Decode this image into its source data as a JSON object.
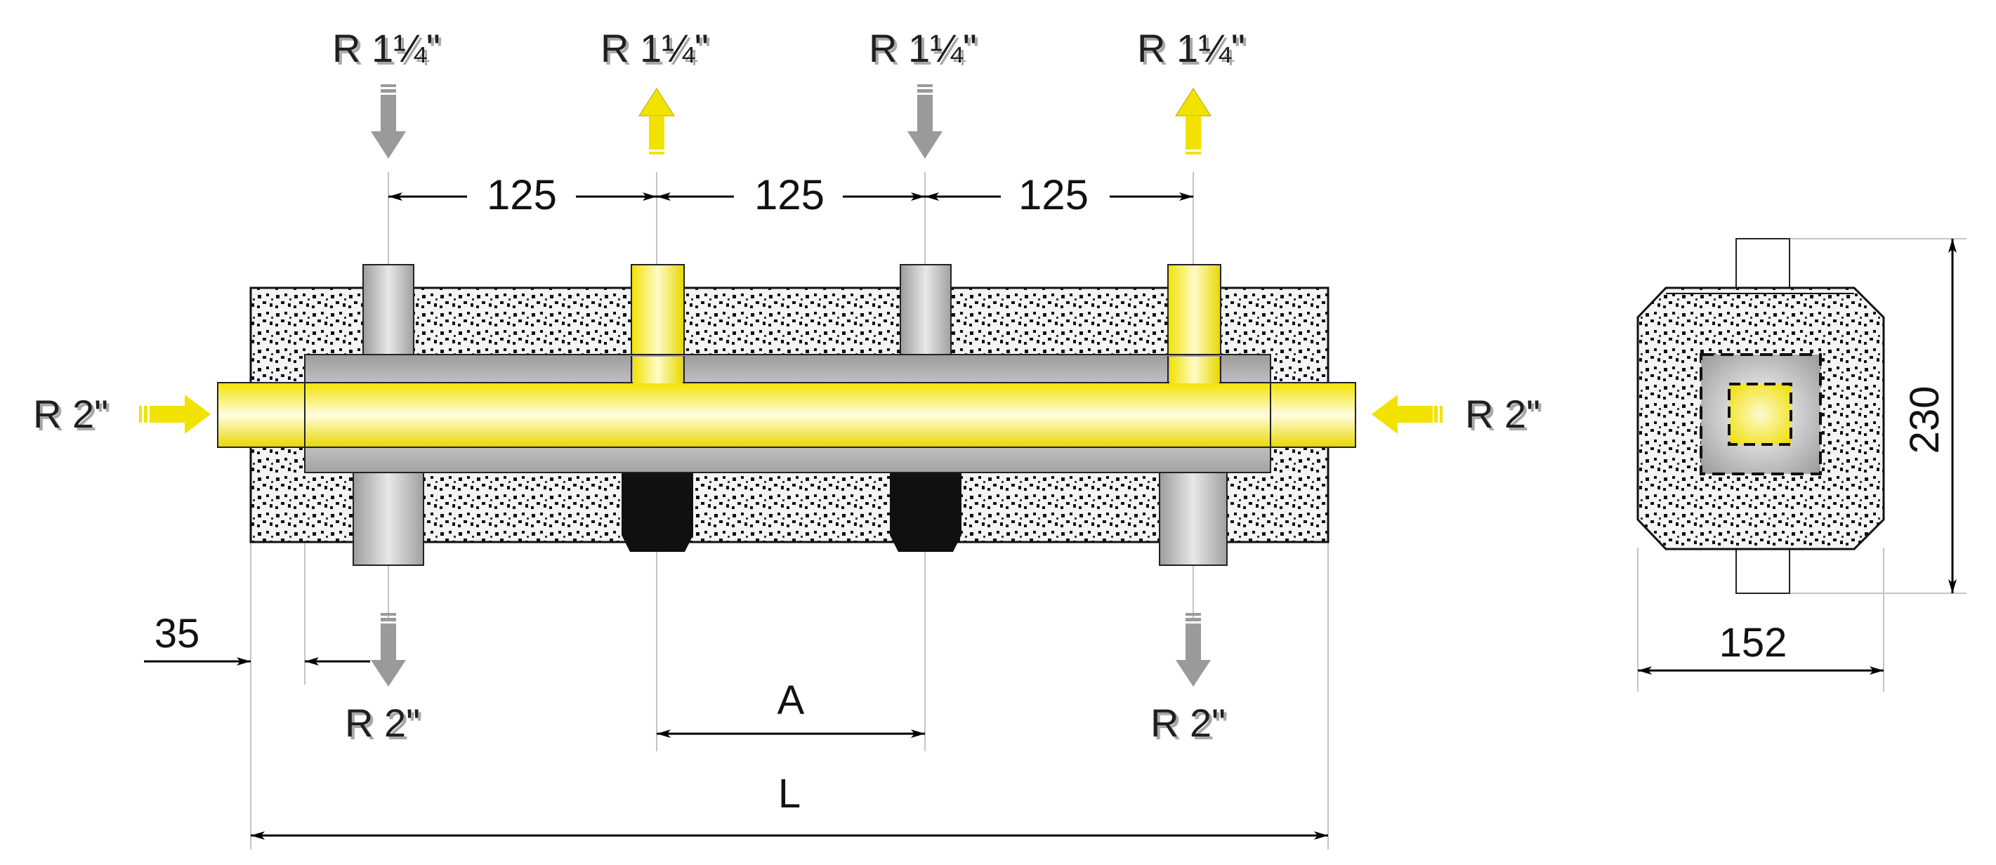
{
  "labels": {
    "top_port_1": "R 1¼\"",
    "top_port_2": "R 1¼\"",
    "top_port_3": "R 1¼\"",
    "top_port_4": "R 1¼\"",
    "inlet_left": "R 2\"",
    "inlet_right": "R 2\"",
    "bottom_port_left": "R 2\"",
    "bottom_port_right": "R 2\""
  },
  "dimensions": {
    "spacing_1": "125",
    "spacing_2": "125",
    "spacing_3": "125",
    "end_offset": "35",
    "between_supports": "A",
    "overall_length": "L",
    "section_width": "152",
    "section_height": "230"
  },
  "colors": {
    "supply_yellow": "#f2e200",
    "return_gray": "#9a9a9a",
    "insulation": "#f4f4f4",
    "support_black": "#101010"
  }
}
